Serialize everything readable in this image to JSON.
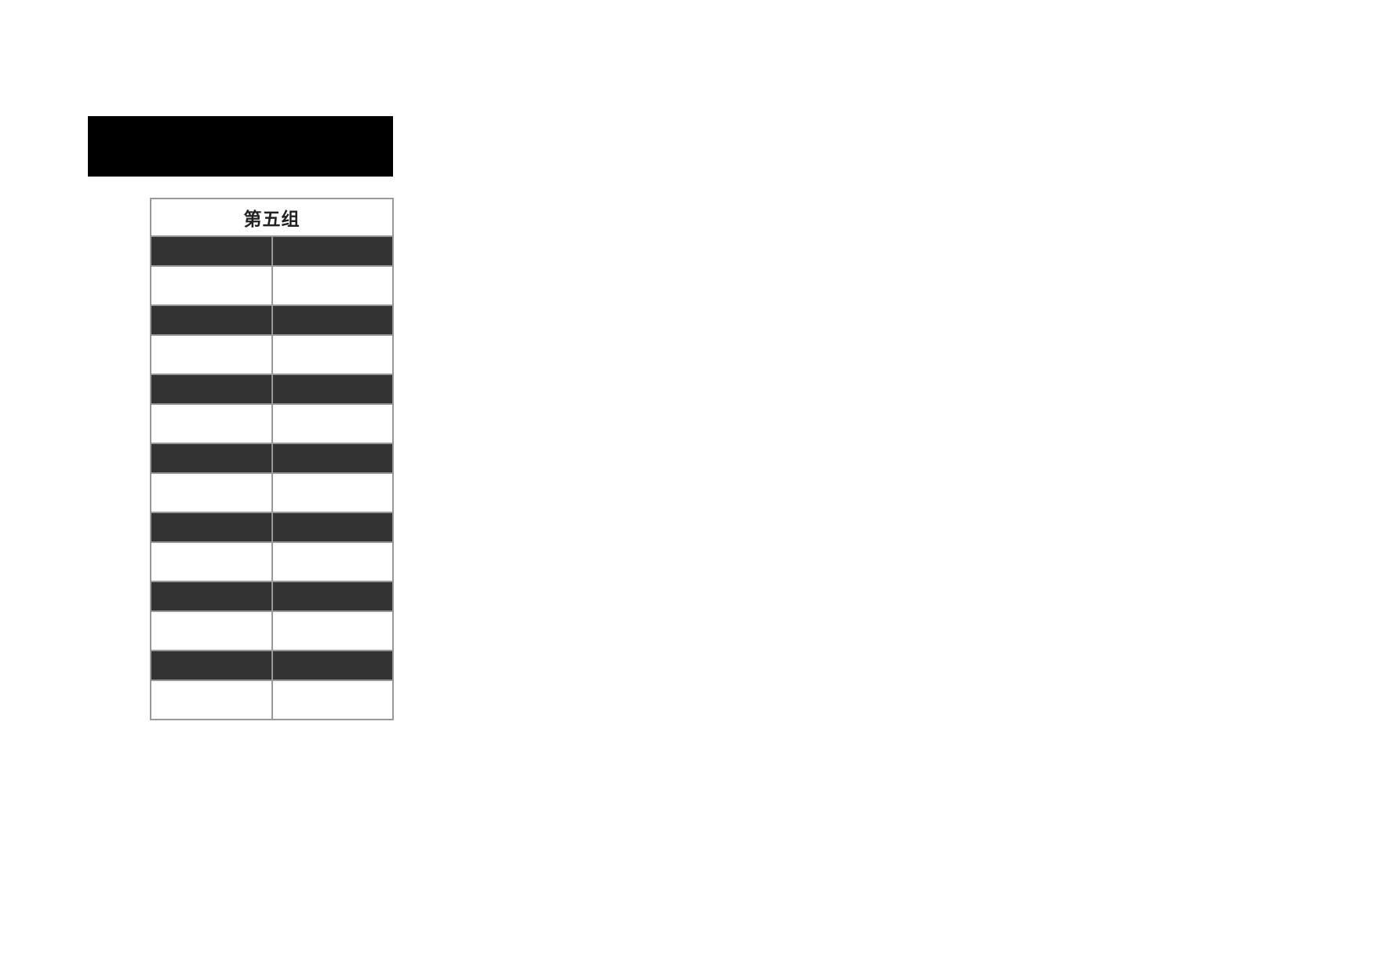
{
  "page": {
    "background_color": "#ffffff"
  },
  "redacted_block": {
    "color": "#000000"
  },
  "table": {
    "title": "第五组",
    "column_count": 2,
    "colors": {
      "dark_row": "#333333",
      "light_row": "#ffffff",
      "border": "#999999",
      "title_text": "#222222"
    },
    "rows": [
      {
        "style": "dark",
        "cells": [
          "",
          ""
        ]
      },
      {
        "style": "light",
        "cells": [
          "",
          ""
        ]
      },
      {
        "style": "dark",
        "cells": [
          "",
          ""
        ]
      },
      {
        "style": "light",
        "cells": [
          "",
          ""
        ]
      },
      {
        "style": "dark",
        "cells": [
          "",
          ""
        ]
      },
      {
        "style": "light",
        "cells": [
          "",
          ""
        ]
      },
      {
        "style": "dark",
        "cells": [
          "",
          ""
        ]
      },
      {
        "style": "light",
        "cells": [
          "",
          ""
        ]
      },
      {
        "style": "dark",
        "cells": [
          "",
          ""
        ]
      },
      {
        "style": "light",
        "cells": [
          "",
          ""
        ]
      },
      {
        "style": "dark",
        "cells": [
          "",
          ""
        ]
      },
      {
        "style": "light",
        "cells": [
          "",
          ""
        ]
      },
      {
        "style": "dark",
        "cells": [
          "",
          ""
        ]
      },
      {
        "style": "light",
        "cells": [
          "",
          ""
        ]
      }
    ]
  }
}
